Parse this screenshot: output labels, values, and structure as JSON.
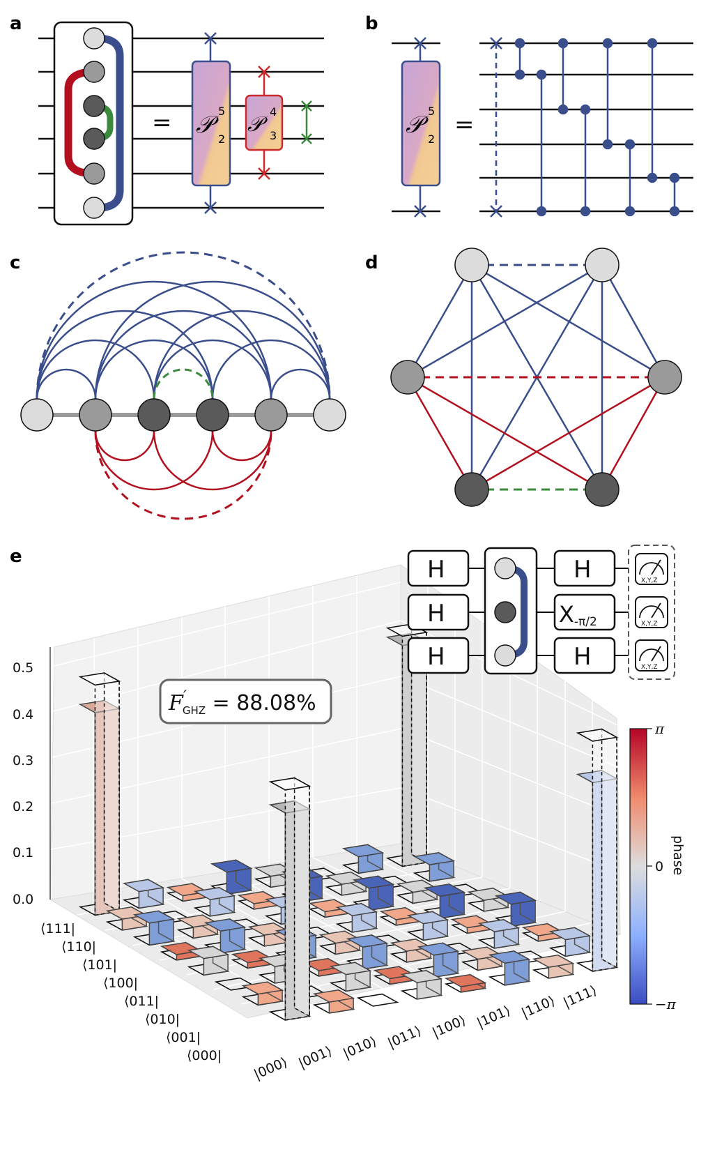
{
  "labels": {
    "a": "a",
    "b": "b",
    "c": "c",
    "d": "d",
    "e": "e"
  },
  "gates": {
    "p52_main": "𝒫",
    "p52_sup": "5",
    "p52_sub": "2",
    "p43_main": "𝒫",
    "p43_sup": "4",
    "p43_sub": "3",
    "equals": "="
  },
  "circuit_e": {
    "h": "H",
    "x_main": "X",
    "x_sub": "-π/2",
    "meas": "X,Y,Z"
  },
  "fidelity": {
    "F": "F",
    "prime": "′",
    "sub": "GHZ",
    "value": " = 88.08%"
  },
  "colors": {
    "blue": "#3a4e8c",
    "red": "#b2101e",
    "green": "#3b8a3e",
    "node_light": "#dcdcdc",
    "node_mid": "#9a9a9a",
    "node_dark": "#5a5a5a"
  },
  "chart_data": {
    "type": "bar3d",
    "title": "",
    "zlim": [
      0,
      0.5
    ],
    "zticks": [
      "0.0",
      "0.1",
      "0.2",
      "0.3",
      "0.4",
      "0.5"
    ],
    "row_labels": [
      "⟨111|",
      "⟨110|",
      "⟨101|",
      "⟨100|",
      "⟨011|",
      "⟨010|",
      "⟨001|",
      "⟨000|"
    ],
    "col_labels": [
      "|000⟩",
      "|001⟩",
      "|010⟩",
      "|011⟩",
      "|100⟩",
      "|101⟩",
      "|110⟩",
      "|111⟩"
    ],
    "ideal_nonzero": [
      [
        0,
        0,
        0.5
      ],
      [
        0,
        7,
        0.5
      ],
      [
        7,
        0,
        0.5
      ],
      [
        7,
        7,
        0.5
      ]
    ],
    "measured": [
      [
        0,
        0,
        0.44
      ],
      [
        0,
        7,
        0.48
      ],
      [
        7,
        0,
        0.45
      ],
      [
        7,
        7,
        0.41
      ]
    ],
    "colorbar": {
      "top": "π",
      "mid": "0",
      "bottom": "−π",
      "label": "phase"
    }
  }
}
